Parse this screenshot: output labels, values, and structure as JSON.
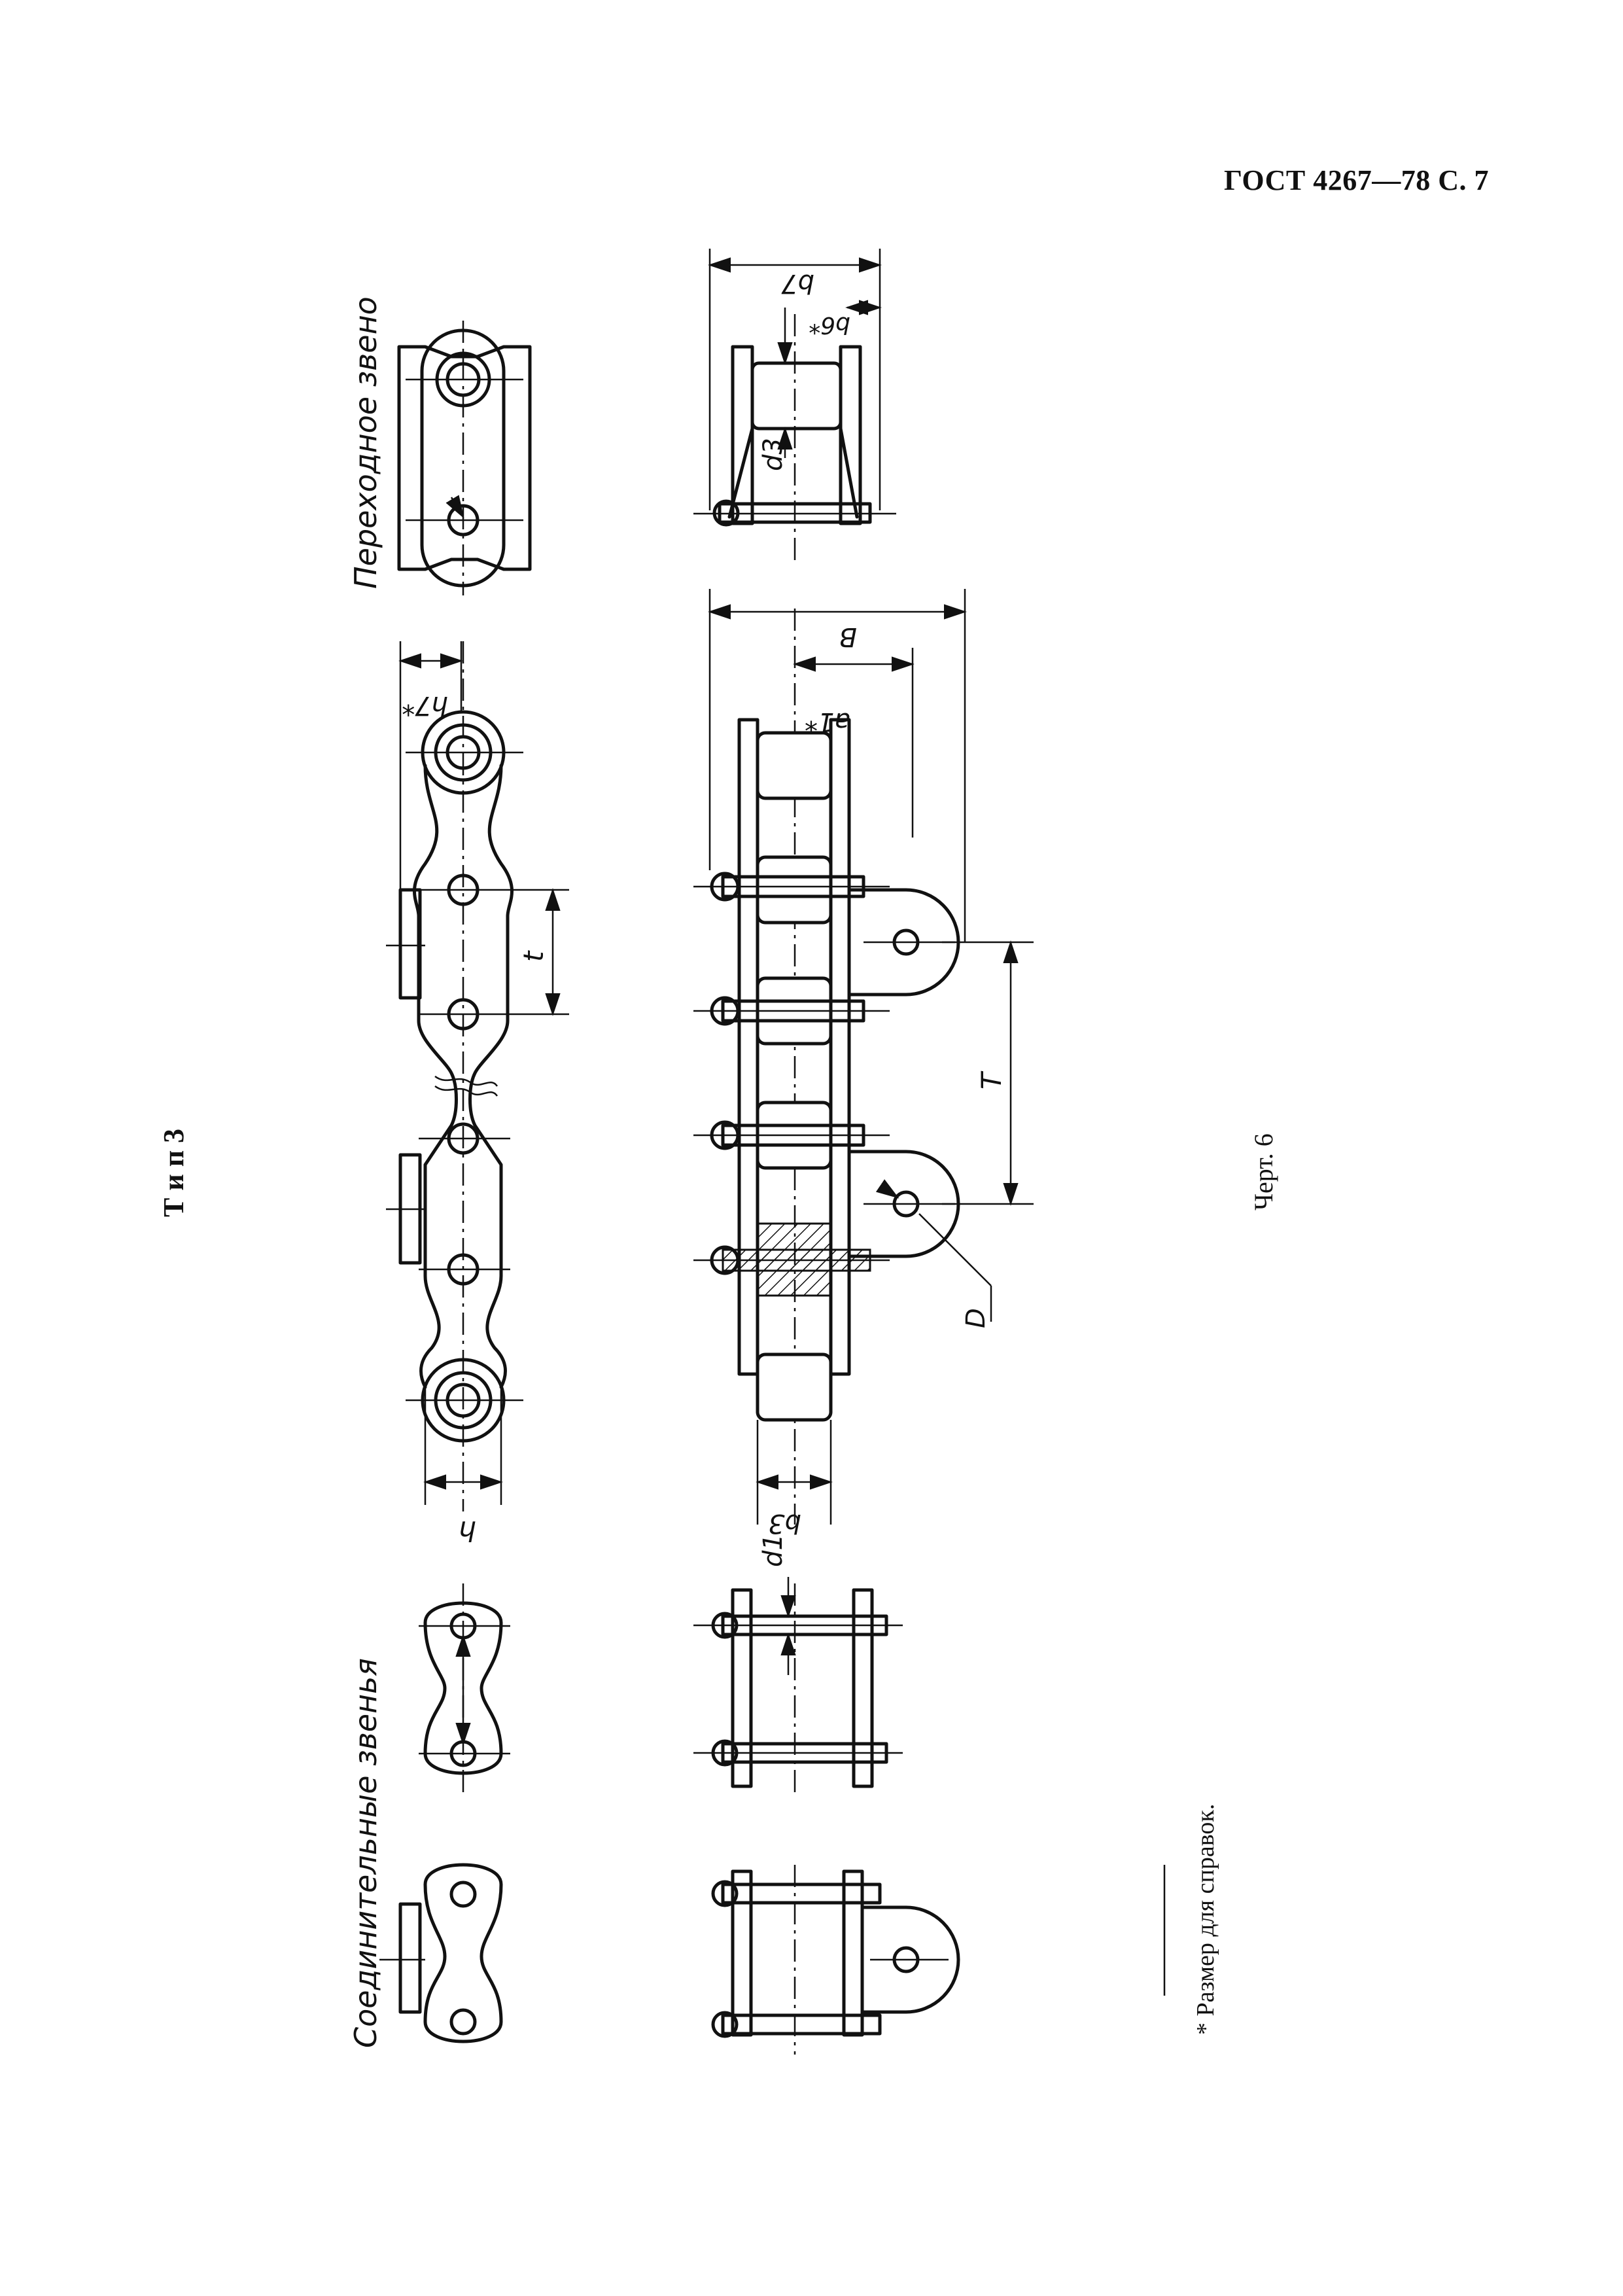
{
  "header": {
    "title": "ГОСТ 4267—78 С. 7"
  },
  "drawing": {
    "type_label": "Т и п 3",
    "transition_label": "Переходное звено",
    "connecting_label": "Соединительные звенья",
    "figure_caption": "Черт. 6",
    "footnote": "* Размер для справок.",
    "dims": {
      "b7": "b7",
      "b6": "b6*",
      "d3": "d3",
      "B": "B",
      "a1": "a1*",
      "h7": "h7*",
      "t": "t",
      "T": "T",
      "D": "D",
      "h": "h",
      "b3": "b3",
      "d1": "d1"
    }
  }
}
